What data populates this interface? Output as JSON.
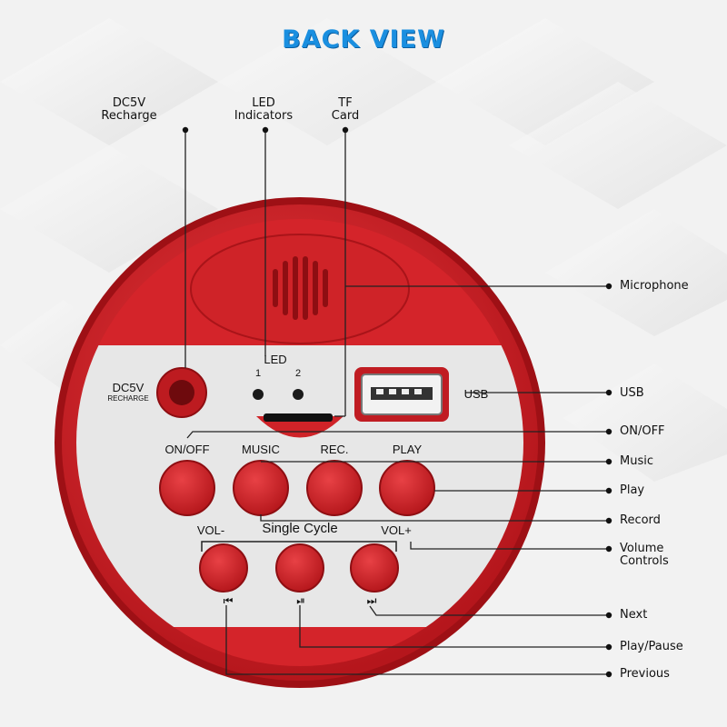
{
  "title": "BACK VIEW",
  "top_callouts": {
    "dc": [
      "DC5V",
      "Recharge"
    ],
    "led": [
      "LED",
      "Indicators"
    ],
    "tf": [
      "TF",
      "Card"
    ]
  },
  "side_callouts": {
    "microphone": "Microphone",
    "usb": "USB",
    "onoff": "ON/OFF",
    "music": "Music",
    "play": "Play",
    "record": "Record",
    "volume": [
      "Volume",
      "Controls"
    ],
    "next": "Next",
    "playpause": "Play/Pause",
    "previous": "Previous"
  },
  "panel": {
    "dc_label": "DC5V",
    "dc_sub": "RECHARGE",
    "led_label": "LED",
    "led_1": "1",
    "led_2": "2",
    "usb_label": "USB",
    "btn_onoff": "ON/OFF",
    "btn_music": "MUSIC",
    "btn_rec": "REC.",
    "btn_play": "PLAY",
    "single_cycle": "Single Cycle",
    "vol_minus": "VOL-",
    "vol_plus": "VOL+",
    "prev_glyph": "⏮",
    "playpause_glyph": "⏯",
    "next_glyph": "⏭"
  },
  "colors": {
    "body_red": "#d7252b",
    "dark_red": "#a81318",
    "panel": "#e6e6e6",
    "title_blue": "#1a8fe0"
  }
}
